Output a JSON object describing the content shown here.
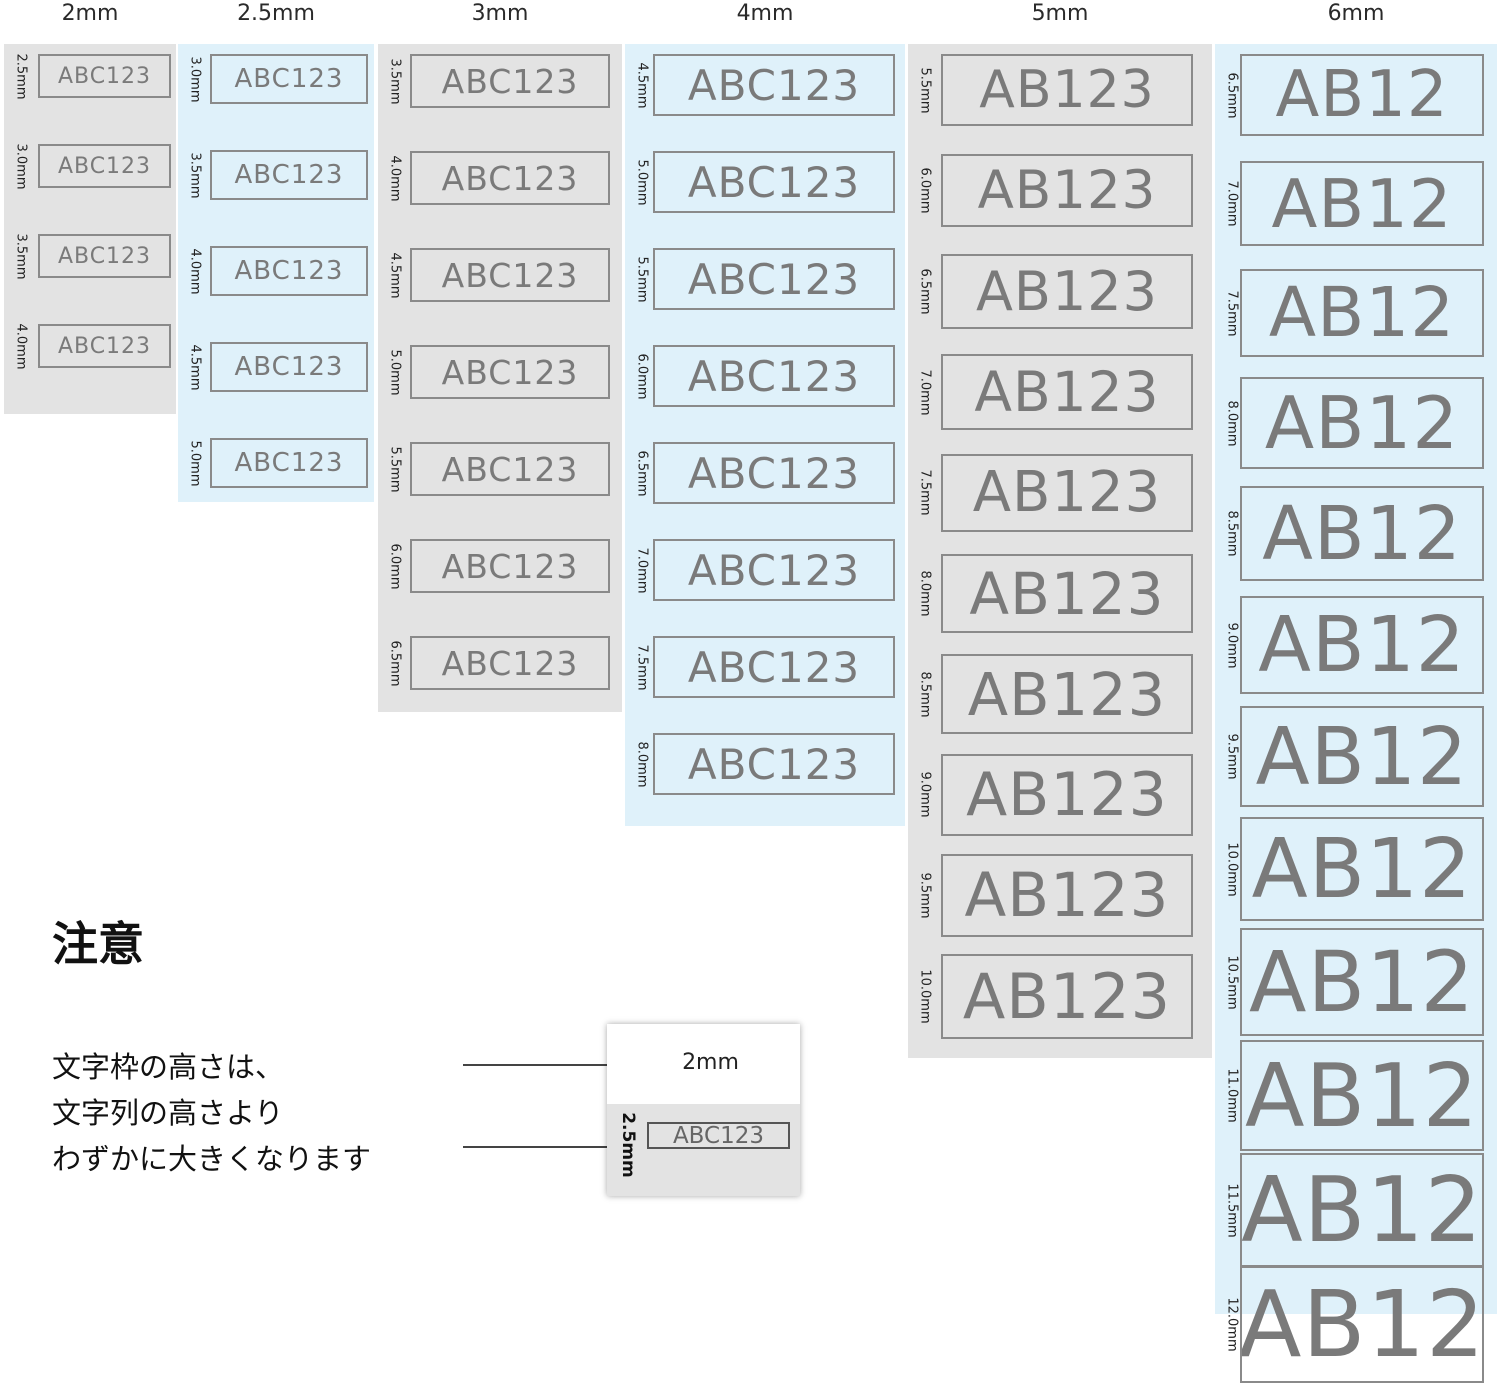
{
  "columns": [
    {
      "id": "c2",
      "heading": "2mm",
      "bg": "#e3e3e3",
      "sample": "ABC123",
      "rows": [
        "2.5mm",
        "3.0mm",
        "3.5mm",
        "4.0mm"
      ]
    },
    {
      "id": "c25",
      "heading": "2.5mm",
      "bg": "#dff1fa",
      "sample": "ABC123",
      "rows": [
        "3.0mm",
        "3.5mm",
        "4.0mm",
        "4.5mm",
        "5.0mm"
      ]
    },
    {
      "id": "c3",
      "heading": "3mm",
      "bg": "#e3e3e3",
      "sample": "ABC123",
      "rows": [
        "3.5mm",
        "4.0mm",
        "4.5mm",
        "5.0mm",
        "5.5mm",
        "6.0mm",
        "6.5mm"
      ]
    },
    {
      "id": "c4",
      "heading": "4mm",
      "bg": "#dff1fa",
      "sample": "ABC123",
      "rows": [
        "4.5mm",
        "5.0mm",
        "5.5mm",
        "6.0mm",
        "6.5mm",
        "7.0mm",
        "7.5mm",
        "8.0mm"
      ]
    },
    {
      "id": "c5",
      "heading": "5mm",
      "bg": "#e3e3e3",
      "sample": "AB123",
      "rows": [
        "5.5mm",
        "6.0mm",
        "6.5mm",
        "7.0mm",
        "7.5mm",
        "8.0mm",
        "8.5mm",
        "9.0mm",
        "9.5mm",
        "10.0mm"
      ]
    },
    {
      "id": "c6",
      "heading": "6mm",
      "bg": "#dff1fa",
      "sample": "AB12",
      "rows": [
        "6.5mm",
        "7.0mm",
        "7.5mm",
        "8.0mm",
        "8.5mm",
        "9.0mm",
        "9.5mm",
        "10.0mm",
        "10.5mm",
        "11.0mm",
        "11.5mm",
        "12.0mm"
      ]
    }
  ],
  "note": {
    "title": "注意",
    "lines": [
      "文字枠の高さは、",
      "文字列の高さより",
      "わずかに大きくなります"
    ],
    "example": {
      "char_height": "2mm",
      "frame_height": "2.5mm",
      "sample": "ABC123"
    }
  }
}
